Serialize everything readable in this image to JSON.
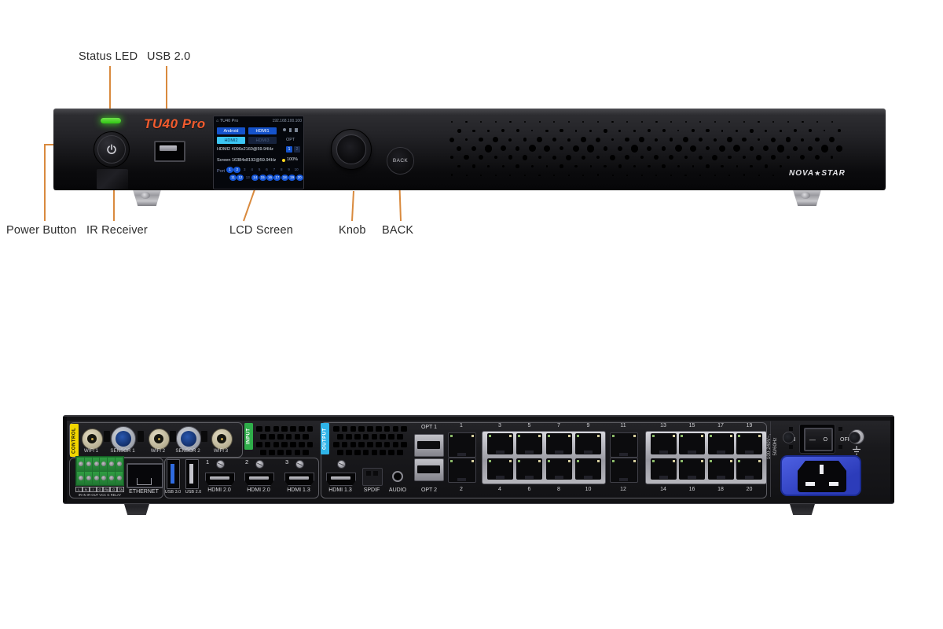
{
  "front": {
    "brand": "TU40 Pro",
    "logo_left": "NOVA",
    "logo_star": "★",
    "logo_right": "STAR",
    "back_button": "BACK",
    "labels": {
      "status_led": "Status LED",
      "usb": "USB 2.0",
      "power_button": "Power Button",
      "ir_receiver": "IR Receiver",
      "lcd_screen": "LCD Screen",
      "knob": "Knob",
      "back": "BACK"
    },
    "lcd": {
      "title": "TU40 Pro",
      "ip": "192.168.100.100",
      "src_android": "Android",
      "src_hdmi1": "HDMI1",
      "src_hdmi2": "HDMI2",
      "src_hdmi3": "HDMI3",
      "opt": "OPT",
      "line1": "HDMI2 4096x2160@59.94Hz",
      "tag1": "1",
      "tag2": "2",
      "line2": "Screen 16384x8192@59.94Hz",
      "brightness": "100%",
      "port_label": "Port",
      "ports_row1": [
        "1",
        "2",
        "3",
        "4",
        "5",
        "6",
        "7",
        "8",
        "9",
        "10"
      ],
      "ports_row2": [
        "11",
        "12",
        "13",
        "14",
        "15",
        "16",
        "17",
        "18",
        "19",
        "20"
      ],
      "active_row1": [
        "1",
        "2"
      ],
      "active_row2": [
        "11",
        "12",
        "14",
        "15",
        "16",
        "17",
        "18",
        "19",
        "20"
      ]
    }
  },
  "rear": {
    "tags": {
      "control": "CONTROL",
      "input": "INPUT",
      "output": "OUTPUT"
    },
    "antennas": [
      {
        "label": "WIFI 1",
        "type": "wifi"
      },
      {
        "label": "SENSOR 1",
        "type": "sensor"
      },
      {
        "label": "WIFI 2",
        "type": "wifi"
      },
      {
        "label": "SENSOR 2",
        "type": "sensor"
      },
      {
        "label": "WIFI 3",
        "type": "wifi"
      }
    ],
    "terminal": {
      "row1": [
        "L",
        "N",
        "I",
        "G",
        "RA",
        "G",
        "TA"
      ],
      "row2": "IR-IN IR-OUT VCC G RELAY"
    },
    "ethernet_label": "ETHERNET",
    "usb_labels": [
      "USB 3.0",
      "USB 2.0"
    ],
    "hdmi_inputs": [
      {
        "num": "1",
        "label": "HDMI 2.0"
      },
      {
        "num": "2",
        "label": "HDMI 2.0"
      },
      {
        "num": "3",
        "label": "HDMI 1.3"
      }
    ],
    "hdmi_output_label": "HDMI 1.3",
    "spdif_label": "SPDIF",
    "audio_label": "AUDIO",
    "opt1": "OPT 1",
    "opt2": "OPT 2",
    "ports_top": [
      "1",
      "3",
      "5",
      "7",
      "9",
      "11",
      "13",
      "15",
      "17",
      "19"
    ],
    "ports_bottom": [
      "2",
      "4",
      "6",
      "8",
      "10",
      "12",
      "14",
      "16",
      "18",
      "20"
    ],
    "power": {
      "rating_line1": "100-240V~,",
      "rating_line2": "50/60Hz",
      "on": "ON",
      "off": "OFF"
    }
  },
  "colors": {
    "callout": "#d98a3e",
    "brand_orange": "#f15b2e",
    "led_green": "#3ed61e",
    "control_tag": "#f2d600",
    "input_tag": "#2fae4a",
    "output_tag": "#2fb4e8",
    "power_inlet_blue": "#3a4cd0"
  }
}
